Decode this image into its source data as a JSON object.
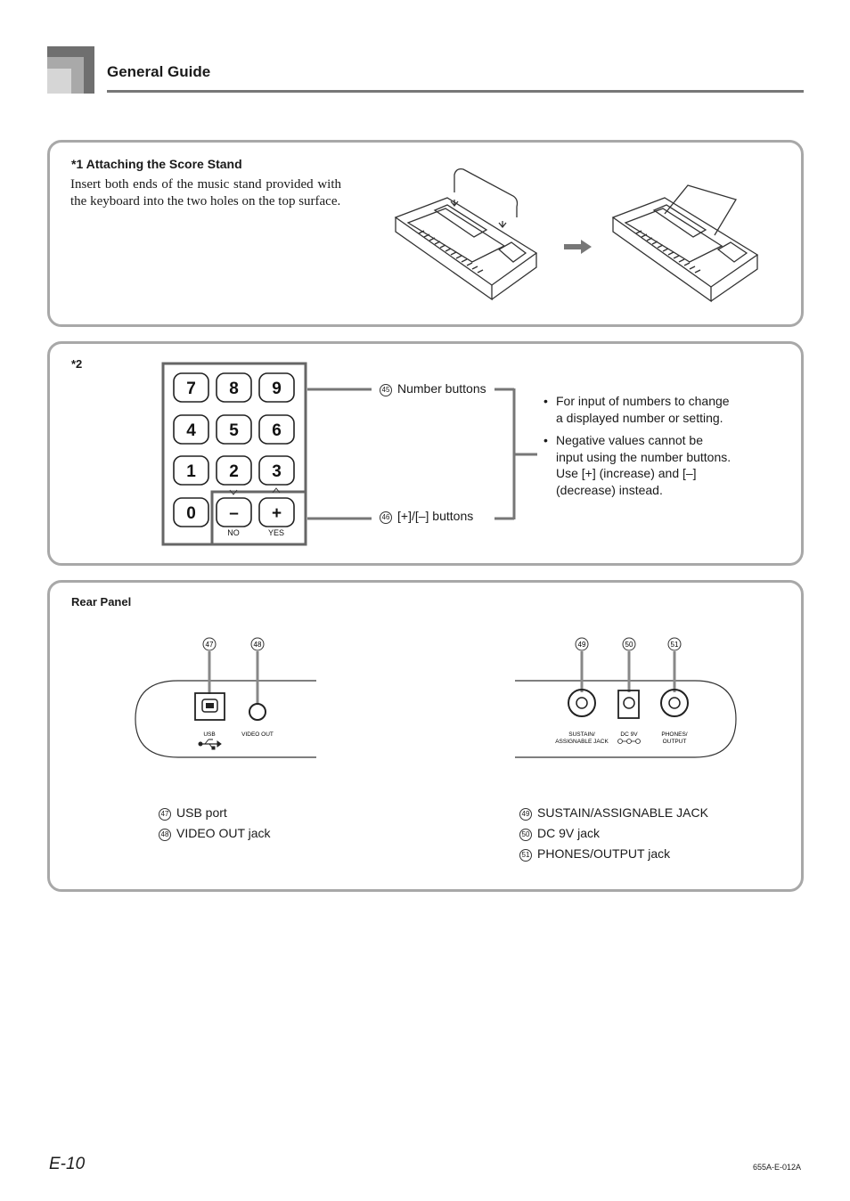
{
  "header": {
    "title": "General Guide"
  },
  "section1": {
    "title": "*1  Attaching the Score Stand",
    "body": "Insert both ends of the music stand provided with the keyboard into the two holes on the top surface."
  },
  "section2": {
    "marker": "*2",
    "keypad": {
      "rows": [
        [
          "7",
          "8",
          "9"
        ],
        [
          "4",
          "5",
          "6"
        ],
        [
          "1",
          "2",
          "3"
        ]
      ],
      "zero": "0",
      "minus": "–",
      "plus": "+",
      "no_label": "NO",
      "yes_label": "YES"
    },
    "callouts": [
      {
        "num": "45",
        "label": "Number buttons"
      },
      {
        "num": "46",
        "label": "[+]/[–] buttons"
      }
    ],
    "bullets": [
      "For input of numbers to change a displayed number or setting.",
      "Negative values cannot be input using the number buttons. Use [+] (increase) and [–] (decrease) instead."
    ]
  },
  "rear_panel": {
    "title": "Rear Panel",
    "left_markers": [
      "47",
      "48"
    ],
    "right_markers": [
      "49",
      "50",
      "51"
    ],
    "jack_labels": {
      "usb": "USB",
      "video_out": "VIDEO OUT",
      "sustain_1": "SUSTAIN/",
      "sustain_2": "ASSIGNABLE JACK",
      "dc": "DC 9V",
      "phones_1": "PHONES/",
      "phones_2": "OUTPUT"
    },
    "left_list": [
      {
        "num": "47",
        "label": "USB port"
      },
      {
        "num": "48",
        "label": "VIDEO OUT jack"
      }
    ],
    "right_list": [
      {
        "num": "49",
        "label": "SUSTAIN/ASSIGNABLE JACK"
      },
      {
        "num": "50",
        "label": "DC 9V jack"
      },
      {
        "num": "51",
        "label": "PHONES/OUTPUT jack"
      }
    ]
  },
  "footer": {
    "page": "E-10",
    "code": "655A-E-012A"
  }
}
